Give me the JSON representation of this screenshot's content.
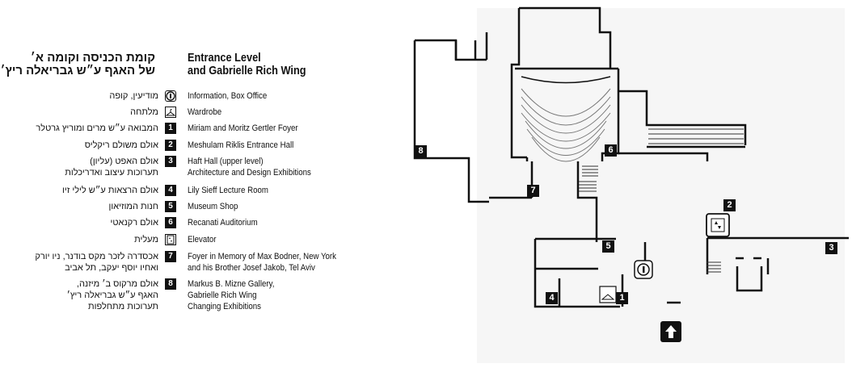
{
  "title": {
    "en_line1": "Entrance Level",
    "en_line2": "and Gabrielle Rich Wing",
    "he_line1": "קומת הכניסה וקומה א׳",
    "he_line2": "של האגף ע״ש גבריאלה ריץ׳"
  },
  "legend": [
    {
      "key": "info-icon",
      "en": "Information, Box Office",
      "he": "מודיעין, קופה"
    },
    {
      "key": "hanger-icon",
      "en": "Wardrobe",
      "he": "מלתחה"
    },
    {
      "key": "1",
      "en": "Miriam and Moritz Gertler Foyer",
      "he": "המבואה ע״ש מרים ומוריץ גרטלר"
    },
    {
      "key": "2",
      "en": "Meshulam Riklis Entrance Hall",
      "he": "אולם משולם ריקליס"
    },
    {
      "key": "3",
      "en": "Haft Hall (upper level)",
      "en2": "Architecture and Design Exhibitions",
      "he": "אולם האפט (עליון)",
      "he2": "תערוכות עיצוב ואדריכלות"
    },
    {
      "key": "4",
      "en": "Lily Sieff Lecture Room",
      "he": "אולם הרצאות ע״ש לילי זיו"
    },
    {
      "key": "5",
      "en": "Museum Shop",
      "he": "חנות המוזיאון"
    },
    {
      "key": "6",
      "en": "Recanati Auditorium",
      "he": "אולם רקנאטי"
    },
    {
      "key": "elevator-icon",
      "en": "Elevator",
      "he": "מעלית"
    },
    {
      "key": "7",
      "en": "Foyer in Memory of Max Bodner, New York",
      "en2": "and his Brother Josef Jakob, Tel Aviv",
      "he": "אכסדרה לזכר מקס בודנר, ניו יורק",
      "he2": "ואחיו יוסף יעקב, תל אביב"
    },
    {
      "key": "8",
      "en": "Markus B. Mizne Gallery,",
      "en2": "Gabrielle Rich Wing",
      "en3": "Changing Exhibitions",
      "he": "אולם מרקוס ב׳ מיזנה,",
      "he2": "האגף ע״ש גבריאלה ריץ׳",
      "he3": "תערוכות מתחלפות"
    }
  ],
  "map_labels": [
    "8",
    "6",
    "7",
    "2",
    "3",
    "5",
    "4",
    "1"
  ]
}
